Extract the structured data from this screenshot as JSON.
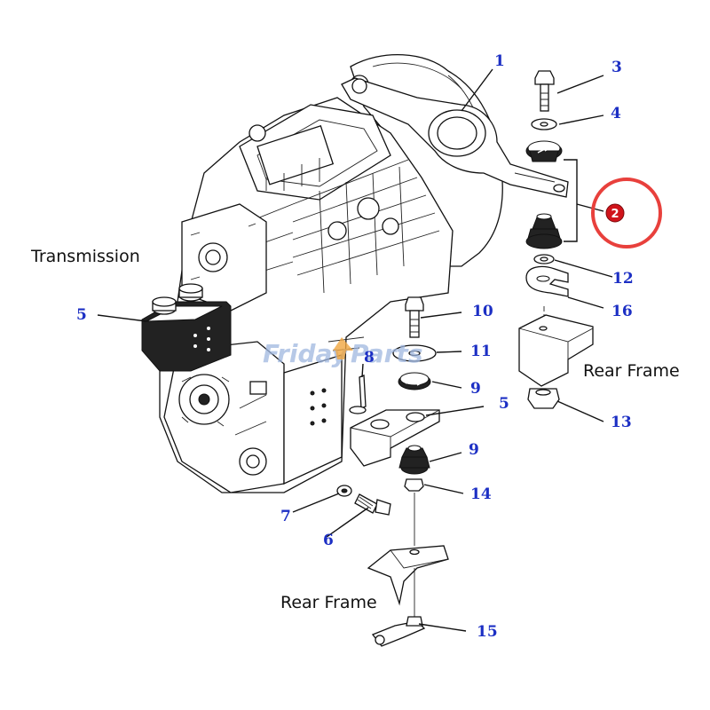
{
  "labels": {
    "transmission": "Transmission",
    "rear_frame_right": "Rear Frame",
    "rear_frame_bottom": "Rear Frame"
  },
  "watermark": {
    "part1": "Friday",
    "part2": "Parts"
  },
  "highlight": {
    "number": "2",
    "ring_color": "#e8403c",
    "badge_color": "#d0141b"
  },
  "callouts": [
    {
      "id": "c1",
      "number": "1"
    },
    {
      "id": "c3",
      "number": "3"
    },
    {
      "id": "c4",
      "number": "4"
    },
    {
      "id": "c5a",
      "number": "5"
    },
    {
      "id": "c5b",
      "number": "5"
    },
    {
      "id": "c6",
      "number": "6"
    },
    {
      "id": "c7",
      "number": "7"
    },
    {
      "id": "c8",
      "number": "8"
    },
    {
      "id": "c9a",
      "number": "9"
    },
    {
      "id": "c9b",
      "number": "9"
    },
    {
      "id": "c10",
      "number": "10"
    },
    {
      "id": "c11",
      "number": "11"
    },
    {
      "id": "c12",
      "number": "12"
    },
    {
      "id": "c13",
      "number": "13"
    },
    {
      "id": "c14",
      "number": "14"
    },
    {
      "id": "c15",
      "number": "15"
    },
    {
      "id": "c16",
      "number": "16"
    }
  ],
  "colors": {
    "callout_text": "#1c2fc4",
    "line_art": "#111111"
  }
}
